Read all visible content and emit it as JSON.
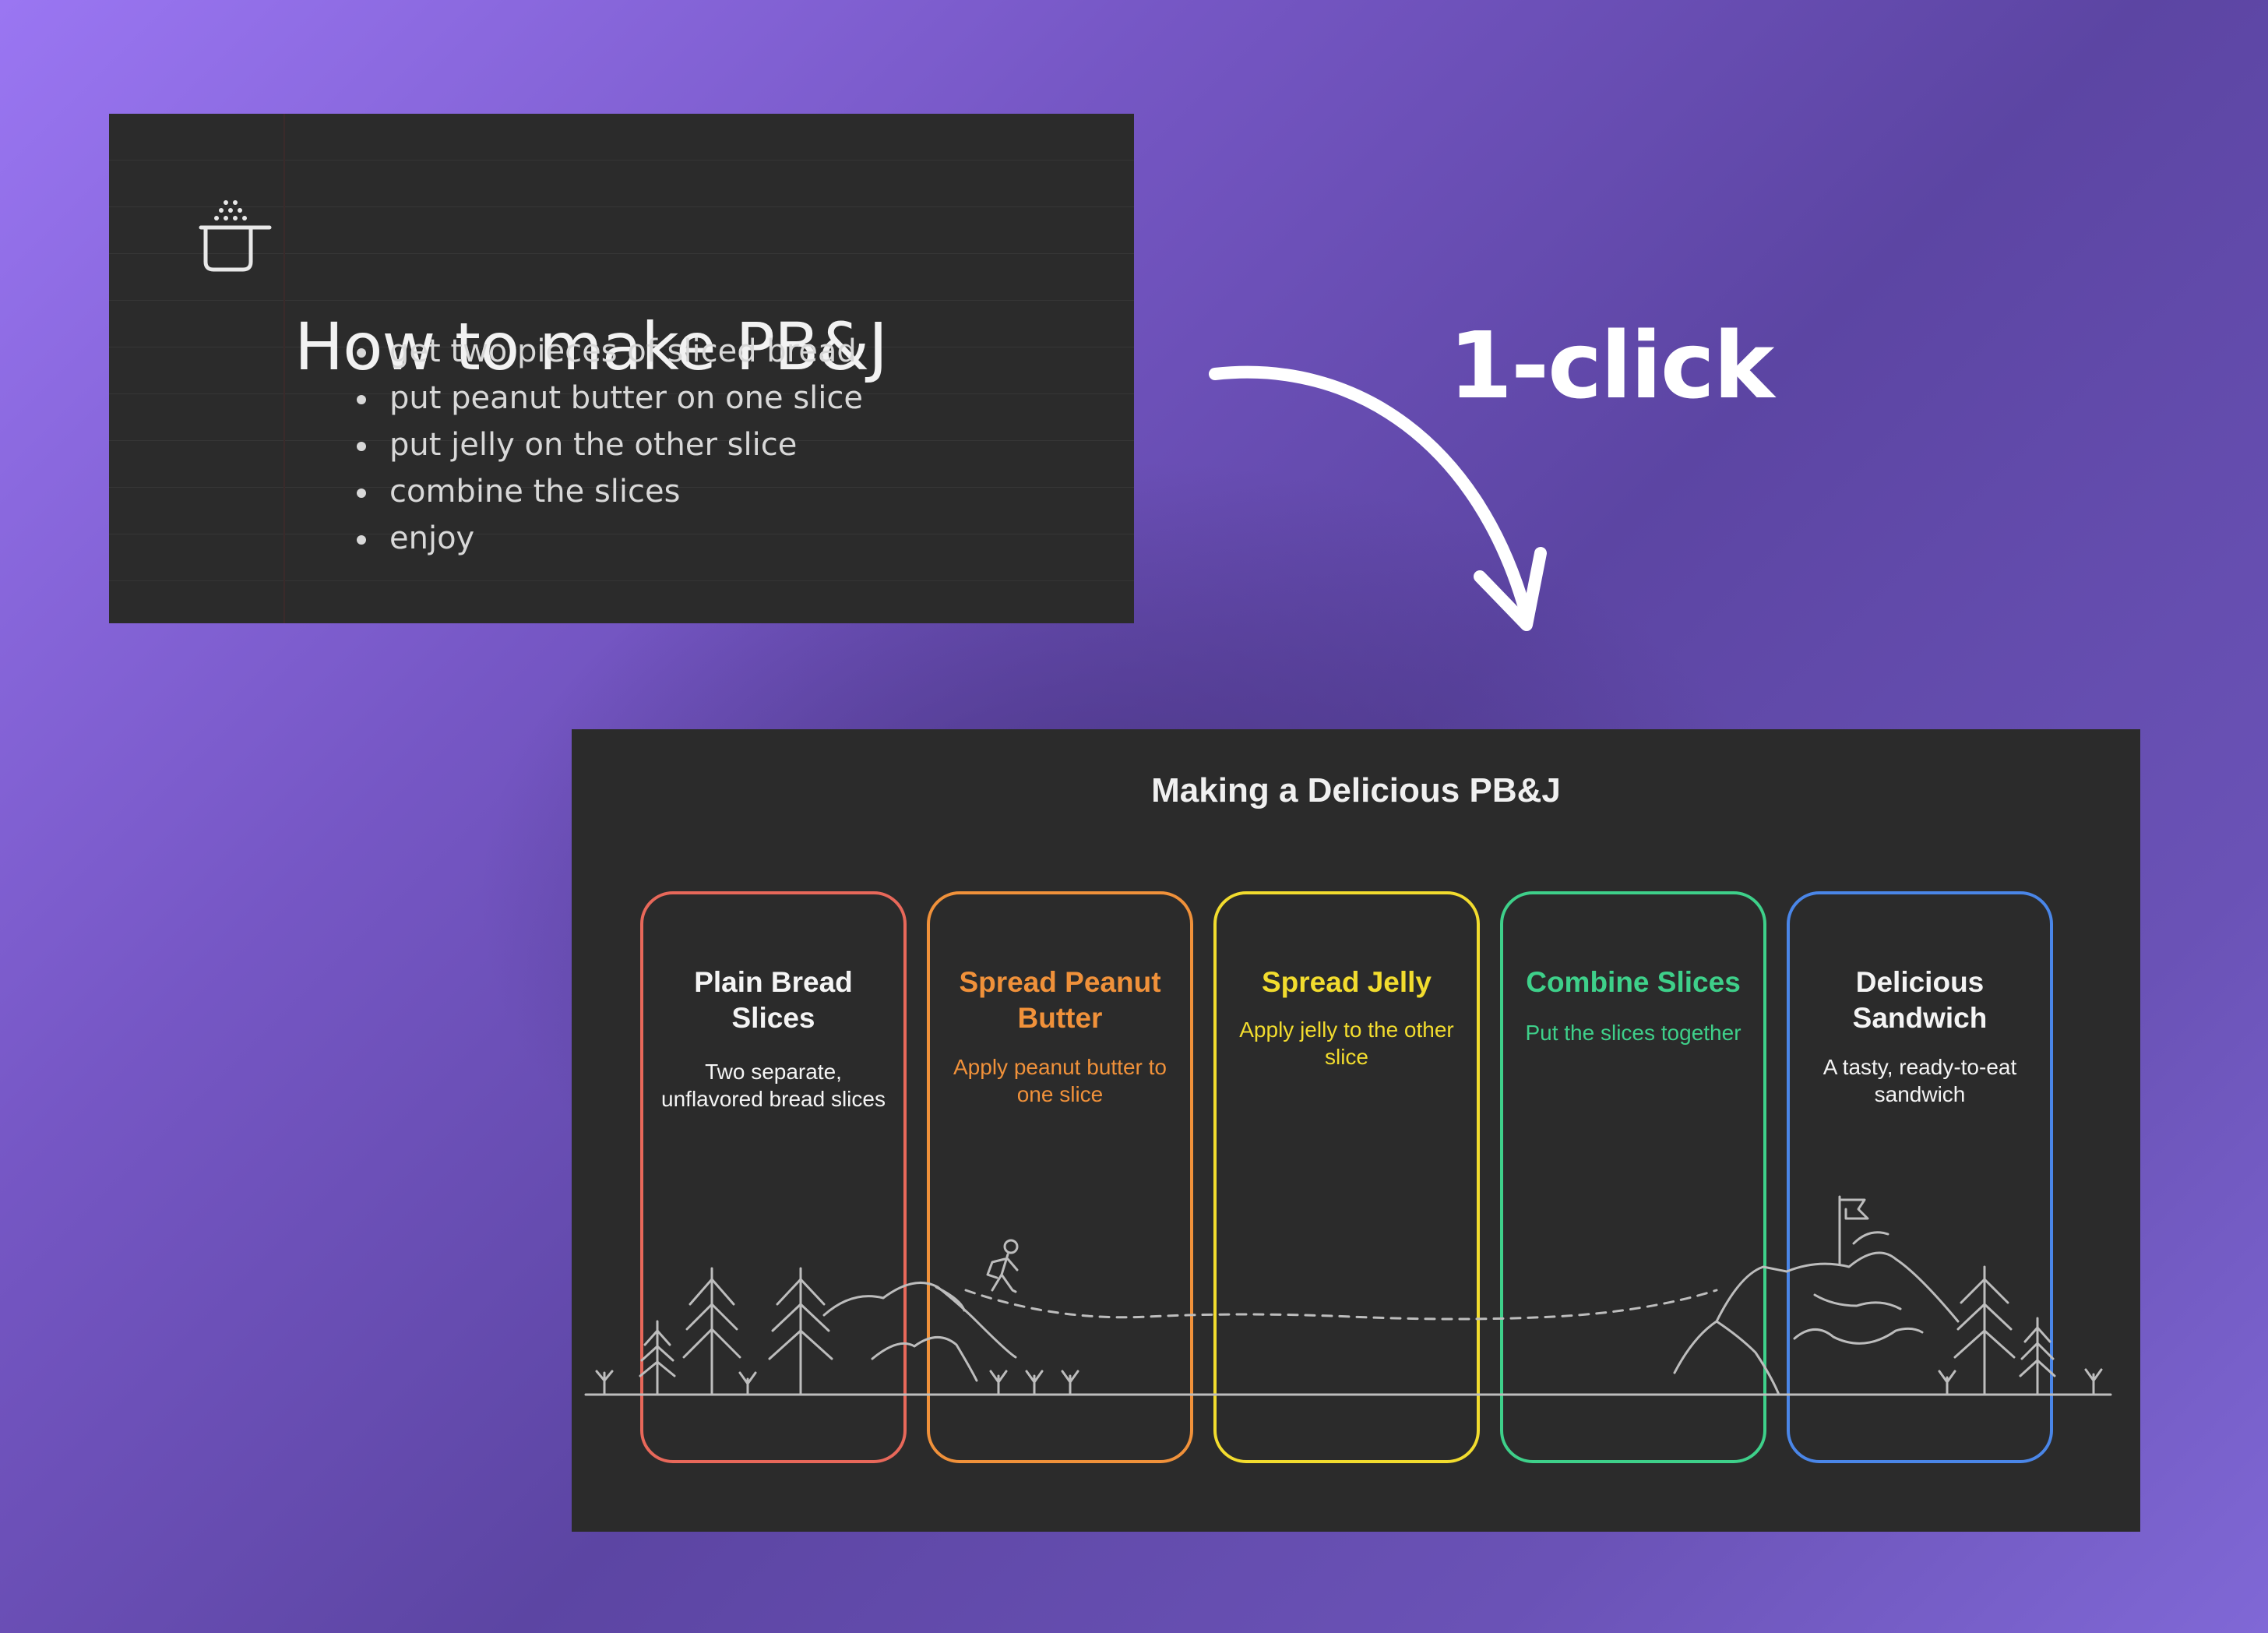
{
  "note": {
    "icon": "pot-icon",
    "title": "How to make PB&J",
    "items": [
      "get two pieces of sliced bread",
      "put peanut butter on one slice",
      "put jelly on the other slice",
      "combine the slices",
      "enjoy"
    ]
  },
  "transition": {
    "label": "1-click",
    "icon": "curved-arrow-icon"
  },
  "diagram": {
    "title": "Making a Delicious PB&J",
    "steps": [
      {
        "title": "Plain Bread Slices",
        "desc": "Two separate, unflavored bread slices",
        "color": "#e8685a",
        "title_color": "#f4f4f4",
        "desc_color": "#f4f4f4"
      },
      {
        "title": "Spread Peanut Butter",
        "desc": "Apply peanut butter to one slice",
        "color": "#f0913a",
        "title_color": "#f0913a",
        "desc_color": "#f0913a"
      },
      {
        "title": "Spread Jelly",
        "desc": "Apply jelly to the other slice",
        "color": "#f2dc2e",
        "title_color": "#f2dc2e",
        "desc_color": "#f2dc2e"
      },
      {
        "title": "Combine Slices",
        "desc": "Put the slices together",
        "color": "#3ed08a",
        "title_color": "#3ed08a",
        "desc_color": "#3ed08a"
      },
      {
        "title": "Delicious Sandwich",
        "desc": "A tasty, ready-to-eat sandwich",
        "color": "#4a86e8",
        "title_color": "#f4f4f4",
        "desc_color": "#f4f4f4"
      }
    ],
    "scene_icons": [
      "pine-tree-icon",
      "hiker-icon",
      "mountain-icon",
      "flag-icon",
      "grass-icon"
    ]
  }
}
